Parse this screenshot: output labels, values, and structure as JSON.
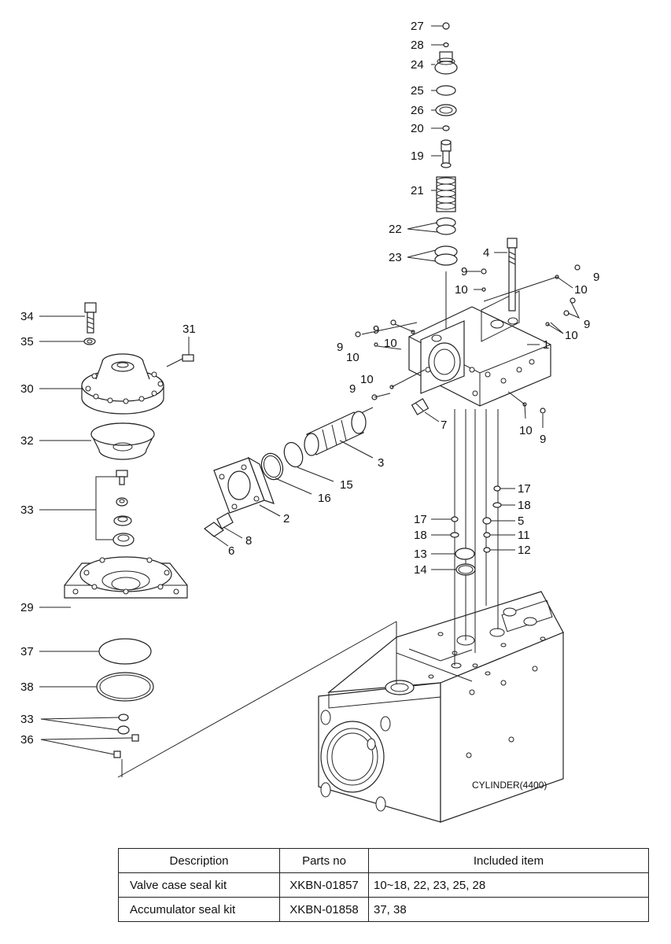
{
  "diagram": {
    "callouts": {
      "c27": "27",
      "c28": "28",
      "c24": "24",
      "c25": "25",
      "c26": "26",
      "c20": "20",
      "c19": "19",
      "c21": "21",
      "c22": "22",
      "c23": "23",
      "c4": "4",
      "c1": "1",
      "c3": "3",
      "c15": "15",
      "c16": "16",
      "c2": "2",
      "c7": "7",
      "c8": "8",
      "c6": "6",
      "c5": "5",
      "c11": "11",
      "c12": "12",
      "c13": "13",
      "c14": "14",
      "c29": "29",
      "c30": "30",
      "c31": "31",
      "c32": "32",
      "c33": "33",
      "c34": "34",
      "c35": "35",
      "c36": "36",
      "c37": "37",
      "c38": "38",
      "c9": "9",
      "c10": "10",
      "c17": "17",
      "c18": "18"
    },
    "cylinder_label": "CYLINDER(4400)"
  },
  "table": {
    "headers": [
      "Description",
      "Parts no",
      "Included item"
    ],
    "rows": [
      {
        "description": "Valve case seal kit",
        "parts_no": "XKBN-01857",
        "included_item": "10~18, 22, 23, 25, 28"
      },
      {
        "description": "Accumulator seal kit",
        "parts_no": "XKBN-01858",
        "included_item": "37, 38"
      }
    ]
  }
}
